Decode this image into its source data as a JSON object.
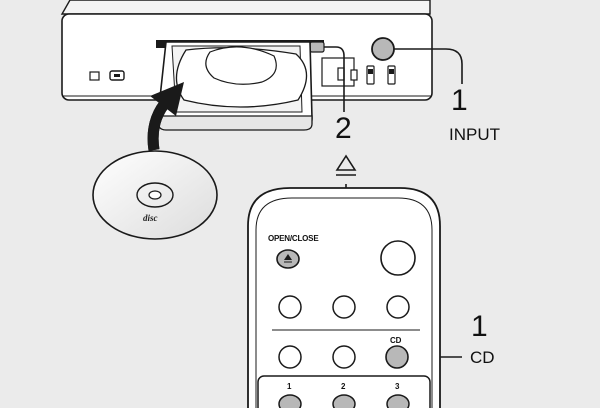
{
  "callouts": {
    "input_step": "1",
    "input_label": "INPUT",
    "eject_step": "2",
    "cd_step": "1",
    "cd_label": "CD"
  },
  "remote": {
    "open_close_label": "OPEN/CLOSE",
    "cd_key_label": "CD",
    "number_keys": [
      "1",
      "2",
      "3"
    ]
  },
  "disc": {
    "logo_text": "disc"
  },
  "icons": {
    "eject": "eject-icon",
    "arrow": "insert-arrow-icon"
  },
  "colors": {
    "background": "#ebebeb",
    "device_body": "#ffffff",
    "highlight_button": "#b8b8b8",
    "line": "#1a1a1a"
  }
}
